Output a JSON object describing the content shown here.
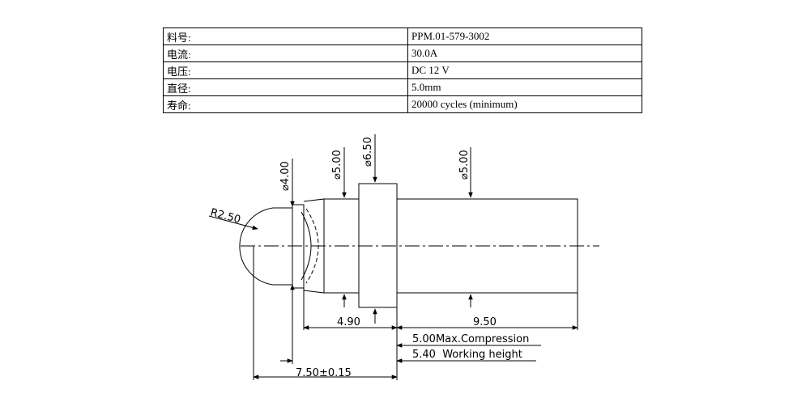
{
  "specs": [
    {
      "label": "料号:",
      "value": "PPM.01-579-3002"
    },
    {
      "label": "电流:",
      "value": "30.0A"
    },
    {
      "label": "电压:",
      "value": "DC 12 V"
    },
    {
      "label": "直径:",
      "value": "5.0mm"
    },
    {
      "label": "寿命:",
      "value": "20000 cycles (minimum)"
    }
  ],
  "dimensions": {
    "d4": "⌀4.00",
    "d5a": "⌀5.00",
    "d65": "⌀6.50",
    "d5b": "⌀5.00",
    "radius": "R2.50",
    "len490": "4.90",
    "len950": "9.50",
    "compression": "5.00Max.Compression",
    "working": "5.40  Working height",
    "total": "7.50±0.15"
  }
}
